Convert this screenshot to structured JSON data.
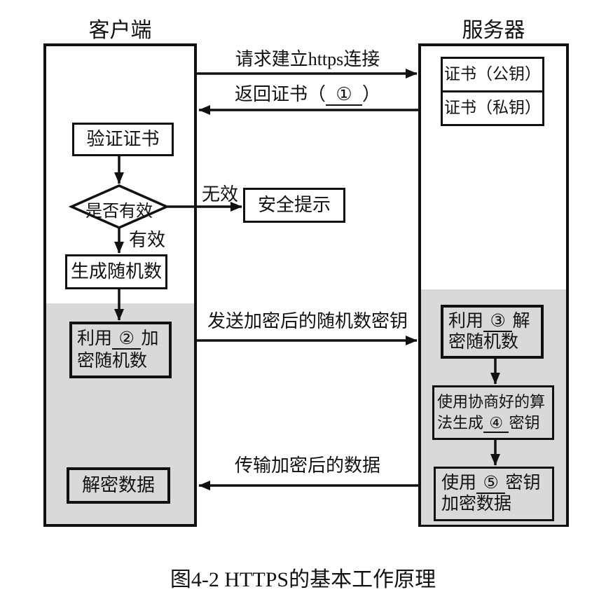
{
  "titles": {
    "client": "客户端",
    "server": "服务器"
  },
  "caption": "图4-2 HTTPS的基本工作原理",
  "messages": {
    "request_https": "请求建立https连接",
    "return_cert": {
      "pre": "返回证书（",
      "blank": "①",
      "post": "）"
    },
    "send_encrypted_key": "发送加密后的随机数密钥",
    "transfer_encrypted_data": "传输加密后的数据"
  },
  "client": {
    "verify_cert": "验证证书",
    "decision": "是否有效",
    "invalid_label": "无效",
    "valid_label": "有效",
    "safety_alert": "安全提示",
    "generate_random": "生成随机数",
    "encrypt_random": {
      "pre": "利用",
      "blank": "②",
      "post": "加密随机数"
    },
    "decrypt_data": "解密数据"
  },
  "server": {
    "cert_public": "证书（公钥）",
    "cert_private": "证书（私钥）",
    "decrypt_random": {
      "pre": "利用",
      "blank": "③",
      "post": "解密随机数"
    },
    "generate_key": {
      "pre": "使用协商好的算法生成",
      "blank": "④",
      "post": "密钥"
    },
    "encrypt_data": {
      "pre": "使用",
      "blank": "⑤",
      "post": "密钥加密数据"
    }
  },
  "colors": {
    "line": "#111111",
    "gray_panel": "#d9d9d9",
    "background": "#ffffff"
  }
}
